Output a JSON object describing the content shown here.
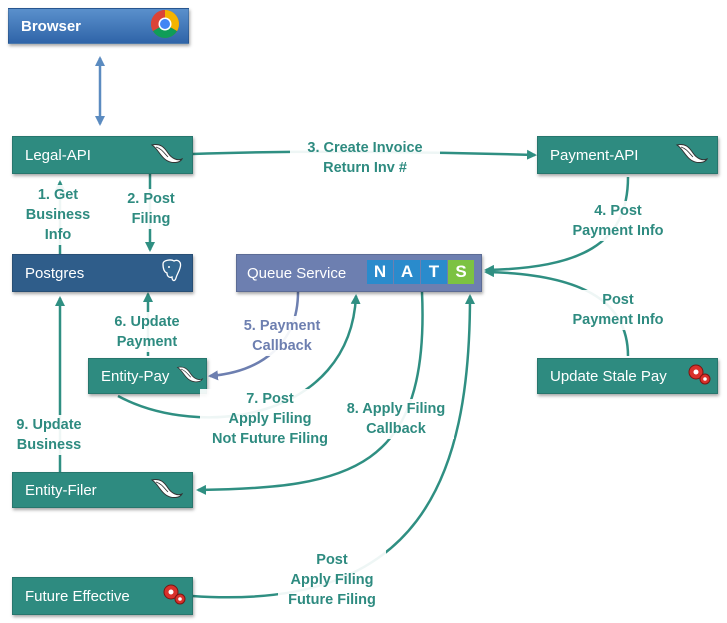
{
  "colors": {
    "teal": "#2e8b80",
    "blue_top": "#4f86c6",
    "blue_bottom": "#2f64a8",
    "navy": "#2f5d8a",
    "queue": "#6d7fb0",
    "arrow_teal": "#2f8f82",
    "arrow_blue": "#5b8bc0",
    "arrow_slate": "#6d7fb0",
    "label_teal": "#2e8b80",
    "label_slate": "#6d7fb0",
    "nats_blue": "#2a8bcc",
    "nats_green": "#7cc242"
  },
  "nodes": {
    "browser": {
      "label": "Browser",
      "icon": "chrome-icon"
    },
    "legal_api": {
      "label": "Legal-API",
      "icon": "flask-icon"
    },
    "payment_api": {
      "label": "Payment-API",
      "icon": "flask-icon"
    },
    "postgres": {
      "label": "Postgres",
      "icon": "postgres-elephant-icon"
    },
    "queue_service": {
      "label": "Queue Service",
      "icon": "nats-logo",
      "logo_letters": [
        "N",
        "A",
        "T",
        "S"
      ]
    },
    "entity_pay": {
      "label": "Entity-Pay",
      "icon": "flask-icon"
    },
    "update_stale_pay": {
      "label": "Update Stale Pay",
      "icon": "gears-icon"
    },
    "entity_filer": {
      "label": "Entity-Filer",
      "icon": "flask-icon"
    },
    "future_effective": {
      "label": "Future Effective",
      "icon": "gears-icon"
    }
  },
  "edges": {
    "e1": [
      "1. Get",
      "Business",
      "Info"
    ],
    "e2": [
      "2. Post",
      "Filing"
    ],
    "e3": [
      "3. Create Invoice",
      "Return Inv #"
    ],
    "e4": [
      "4. Post",
      "Payment Info"
    ],
    "e5": [
      "5. Payment",
      "Callback"
    ],
    "e6": [
      "6. Update",
      "Payment"
    ],
    "e7": [
      "7. Post",
      "Apply Filing",
      "Not Future Filing"
    ],
    "e8": [
      "8. Apply Filing",
      "Callback"
    ],
    "e9": [
      "9. Update",
      "Business"
    ],
    "stale": [
      "Post",
      "Payment Info"
    ],
    "future": [
      "Post",
      "Apply Filing",
      "Future Filing"
    ]
  }
}
